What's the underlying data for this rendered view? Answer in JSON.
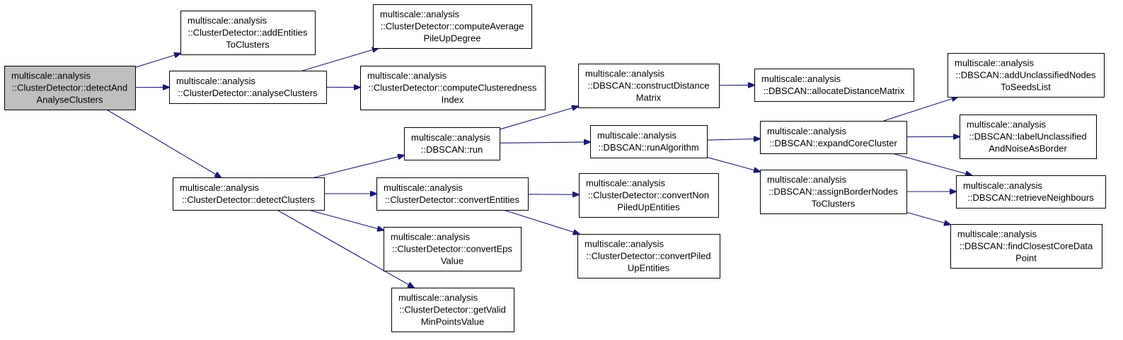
{
  "colors": {
    "edge": "#191970",
    "root_fill": "#bfbfbf",
    "node_fill": "#ffffff",
    "node_border": "#000000"
  },
  "nodes": [
    {
      "id": "detectAndAnalyseClusters",
      "root": true,
      "lines": [
        "multiscale::analysis",
        "::ClusterDetector::detectAnd",
        "AnalyseClusters"
      ]
    },
    {
      "id": "addEntitiesToClusters",
      "lines": [
        "multiscale::analysis",
        "::ClusterDetector::addEntities",
        "ToClusters"
      ]
    },
    {
      "id": "analyseClusters",
      "lines": [
        "multiscale::analysis",
        "::ClusterDetector::analyseClusters"
      ]
    },
    {
      "id": "computeAveragePileUpDegree",
      "lines": [
        "multiscale::analysis",
        "::ClusterDetector::computeAverage",
        "PileUpDegree"
      ]
    },
    {
      "id": "computeClusterednessIndex",
      "lines": [
        "multiscale::analysis",
        "::ClusterDetector::computeClusteredness",
        "Index"
      ]
    },
    {
      "id": "detectClusters",
      "lines": [
        "multiscale::analysis",
        "::ClusterDetector::detectClusters"
      ]
    },
    {
      "id": "dbscanRun",
      "lines": [
        "multiscale::analysis",
        "::DBSCAN::run"
      ]
    },
    {
      "id": "convertEntities",
      "lines": [
        "multiscale::analysis",
        "::ClusterDetector::convertEntities"
      ]
    },
    {
      "id": "convertEpsValue",
      "lines": [
        "multiscale::analysis",
        "::ClusterDetector::convertEps",
        "Value"
      ]
    },
    {
      "id": "getValidMinPointsValue",
      "lines": [
        "multiscale::analysis",
        "::ClusterDetector::getValid",
        "MinPointsValue"
      ]
    },
    {
      "id": "constructDistanceMatrix",
      "lines": [
        "multiscale::analysis",
        "::DBSCAN::constructDistance",
        "Matrix"
      ]
    },
    {
      "id": "runAlgorithm",
      "lines": [
        "multiscale::analysis",
        "::DBSCAN::runAlgorithm"
      ]
    },
    {
      "id": "convertNonPiledUpEntities",
      "lines": [
        "multiscale::analysis",
        "::ClusterDetector::convertNon",
        "PiledUpEntities"
      ]
    },
    {
      "id": "convertPiledUpEntities",
      "lines": [
        "multiscale::analysis",
        "::ClusterDetector::convertPiled",
        "UpEntities"
      ]
    },
    {
      "id": "allocateDistanceMatrix",
      "lines": [
        "multiscale::analysis",
        "::DBSCAN::allocateDistanceMatrix"
      ]
    },
    {
      "id": "expandCoreCluster",
      "lines": [
        "multiscale::analysis",
        "::DBSCAN::expandCoreCluster"
      ]
    },
    {
      "id": "assignBorderNodesToClusters",
      "lines": [
        "multiscale::analysis",
        "::DBSCAN::assignBorderNodes",
        "ToClusters"
      ]
    },
    {
      "id": "addUnclassifiedNodesToSeedsList",
      "lines": [
        "multiscale::analysis",
        "::DBSCAN::addUnclassifiedNodes",
        "ToSeedsList"
      ]
    },
    {
      "id": "labelUnclassifiedAndNoiseAsBorder",
      "lines": [
        "multiscale::analysis",
        "::DBSCAN::labelUnclassified",
        "AndNoiseAsBorder"
      ]
    },
    {
      "id": "retrieveNeighbours",
      "lines": [
        "multiscale::analysis",
        "::DBSCAN::retrieveNeighbours"
      ]
    },
    {
      "id": "findClosestCoreDataPoint",
      "lines": [
        "multiscale::analysis",
        "::DBSCAN::findClosestCoreData",
        "Point"
      ]
    }
  ],
  "edges": [
    [
      "detectAndAnalyseClusters",
      "addEntitiesToClusters"
    ],
    [
      "detectAndAnalyseClusters",
      "analyseClusters"
    ],
    [
      "detectAndAnalyseClusters",
      "detectClusters"
    ],
    [
      "analyseClusters",
      "computeAveragePileUpDegree"
    ],
    [
      "analyseClusters",
      "computeClusterednessIndex"
    ],
    [
      "detectClusters",
      "dbscanRun"
    ],
    [
      "detectClusters",
      "convertEntities"
    ],
    [
      "detectClusters",
      "convertEpsValue"
    ],
    [
      "detectClusters",
      "getValidMinPointsValue"
    ],
    [
      "dbscanRun",
      "constructDistanceMatrix"
    ],
    [
      "dbscanRun",
      "runAlgorithm"
    ],
    [
      "convertEntities",
      "convertNonPiledUpEntities"
    ],
    [
      "convertEntities",
      "convertPiledUpEntities"
    ],
    [
      "constructDistanceMatrix",
      "allocateDistanceMatrix"
    ],
    [
      "runAlgorithm",
      "expandCoreCluster"
    ],
    [
      "runAlgorithm",
      "assignBorderNodesToClusters"
    ],
    [
      "expandCoreCluster",
      "addUnclassifiedNodesToSeedsList"
    ],
    [
      "expandCoreCluster",
      "labelUnclassifiedAndNoiseAsBorder"
    ],
    [
      "expandCoreCluster",
      "retrieveNeighbours"
    ],
    [
      "assignBorderNodesToClusters",
      "retrieveNeighbours"
    ],
    [
      "assignBorderNodesToClusters",
      "findClosestCoreDataPoint"
    ]
  ]
}
